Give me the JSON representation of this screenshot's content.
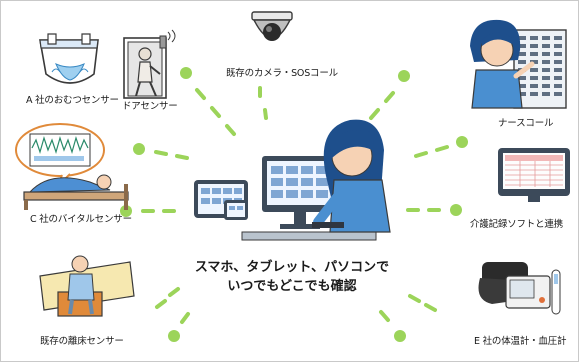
{
  "nodes": {
    "diaper": {
      "label": "A 社のおむつセンサー"
    },
    "door": {
      "label": "ドアセンサー"
    },
    "camera": {
      "label": "既存のカメラ・SOSコール"
    },
    "nurse_call": {
      "label": "ナースコール"
    },
    "vital": {
      "label": "C 社のバイタルセンサー"
    },
    "care_record": {
      "label": "介護記録ソフトと連携"
    },
    "bed": {
      "label": "既存の離床センサー"
    },
    "thermo": {
      "label": "E 社の体温計・血圧計"
    }
  },
  "center": {
    "line1": "スマホ、タブレット、パソコンで",
    "line2": "いつでもどこでも確認"
  },
  "colors": {
    "green": "#9cd45a",
    "blue": "#2f6fb3",
    "skin": "#f6d2b4",
    "monitor": "#3c4a5a",
    "screen": "#eef5ff",
    "hair": "#1e4f8c"
  }
}
